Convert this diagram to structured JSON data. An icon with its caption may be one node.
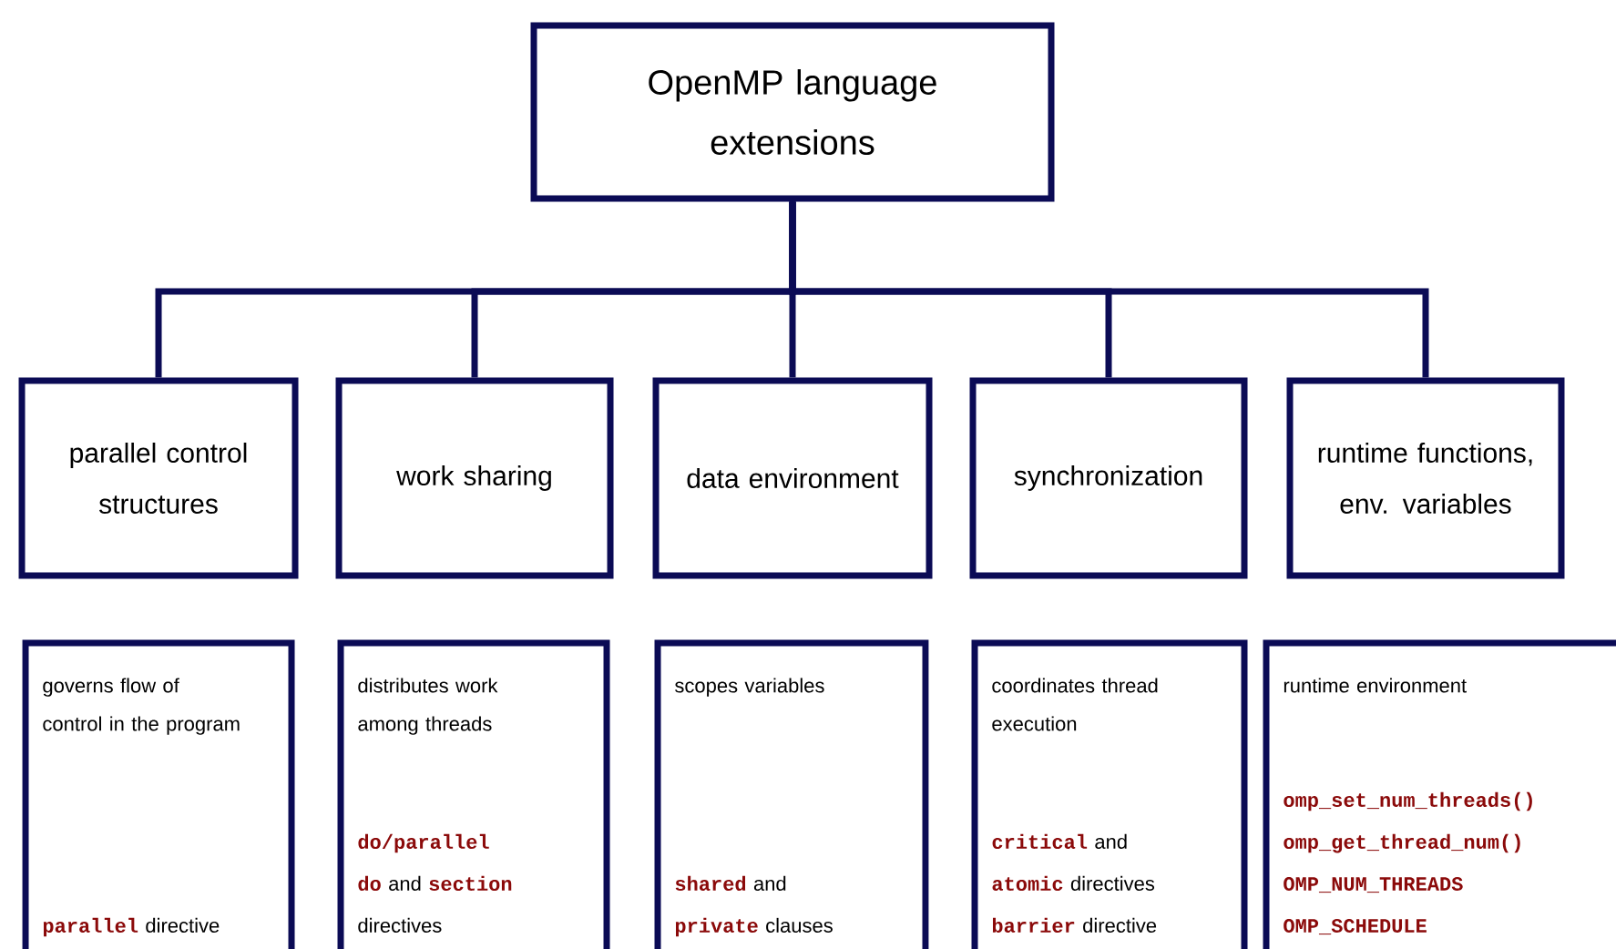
{
  "diagram": {
    "nodes": [
      {
        "text": [
          "OpenMP language extensions"
        ]
      },
      {
        "text": [
          "parallel control structures"
        ]
      },
      {
        "text": [
          "work sharing"
        ]
      },
      {
        "text": [
          "data environment"
        ]
      },
      {
        "text": [
          "synchronization"
        ]
      },
      {
        "text": [
          "runtime functions, env. variables"
        ]
      },
      {
        "text": [
          "governs flow of control in the program",
          "**parallel** directive"
        ]
      },
      {
        "text": [
          "distributes work among threads",
          "**do/parallel do** and **section** directives"
        ]
      },
      {
        "text": [
          "scopes variables",
          "**shared** and **private** clauses"
        ]
      },
      {
        "text": [
          "coordinates thread execution",
          "**critical** and **atomic** directives",
          "**barrier** directive"
        ]
      },
      {
        "text": [
          "runtime environment",
          "**omp_set_num_threads()**",
          "**omp_get_thread_num()**",
          "**OMP_NUM_THREADS**",
          "**OMP_SCHEDULE**"
        ]
      }
    ],
    "edges": [
      {
        "from": 0,
        "to": 1,
        "arrow": "none"
      },
      {
        "from": 0,
        "to": 2,
        "arrow": "none"
      },
      {
        "from": 0,
        "to": 3,
        "arrow": "none"
      },
      {
        "from": 0,
        "to": 4,
        "arrow": "none"
      },
      {
        "from": 0,
        "to": 5,
        "arrow": "none"
      }
    ]
  }
}
